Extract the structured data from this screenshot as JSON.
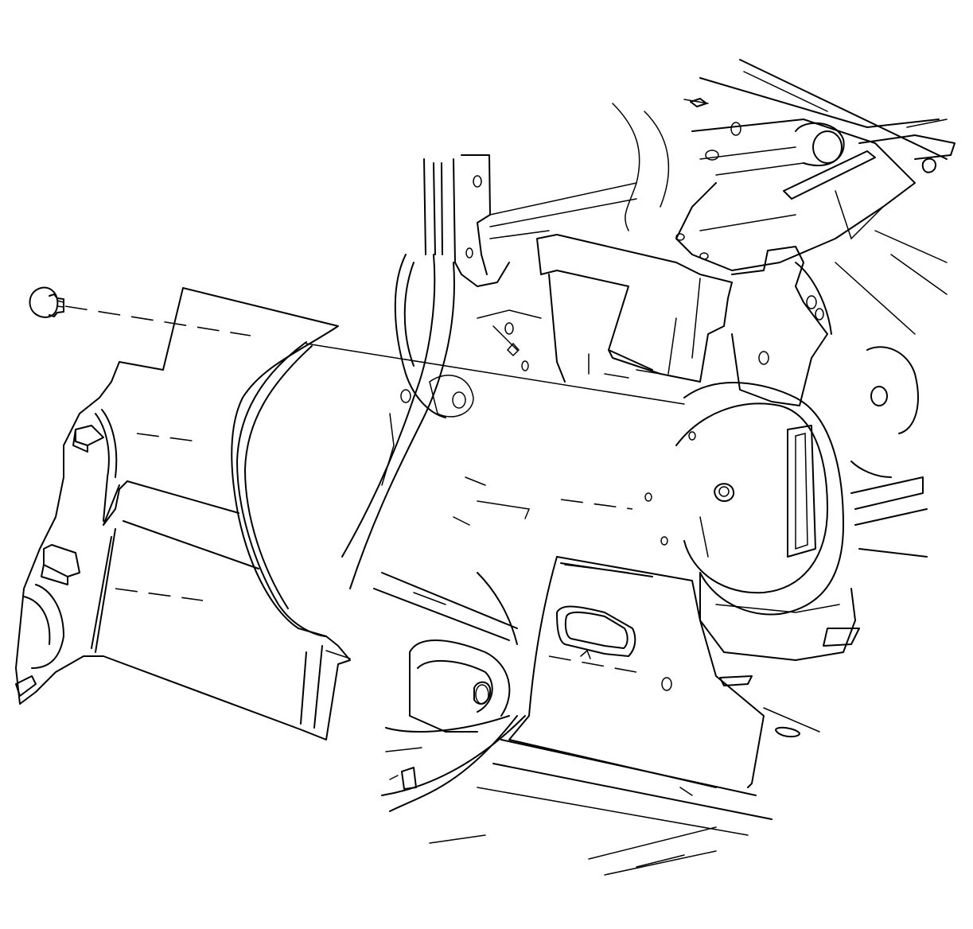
{
  "diagram": {
    "kind": "exploded-view line drawing",
    "labels": [],
    "parts": [
      {
        "id": "push-pin-retainer",
        "icon": "push-pin-icon"
      },
      {
        "id": "rear-quarter-trim-panel",
        "icon": "trim-panel-icon"
      },
      {
        "id": "vehicle-body-rear-quarter",
        "icon": "car-body-icon"
      }
    ],
    "colors": {
      "line": "#000000",
      "background": "#ffffff"
    }
  }
}
